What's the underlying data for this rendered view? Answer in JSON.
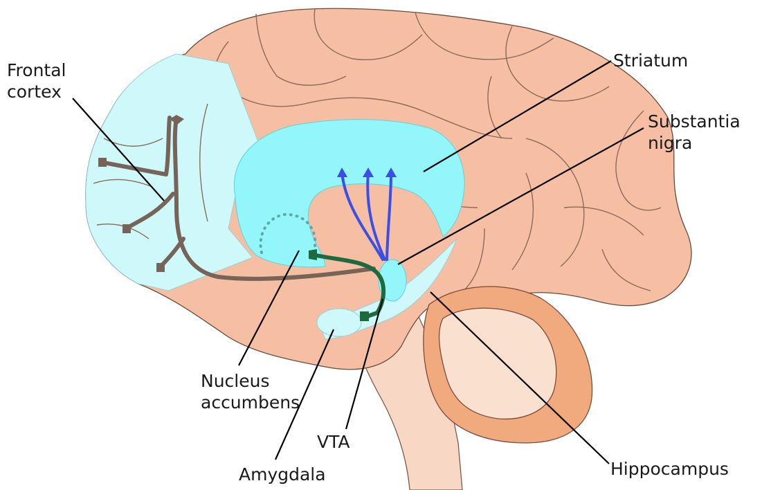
{
  "labels": {
    "frontal_cortex_1": "Frontal",
    "frontal_cortex_2": "cortex",
    "striatum": "Striatum",
    "substantia_nigra_1": "Substantia",
    "substantia_nigra_2": "nigra",
    "nucleus_accumbens_1": "Nucleus",
    "nucleus_accumbens_2": "accumbens",
    "vta": "VTA",
    "amygdala": "Amygdala",
    "hippocampus": "Hippocampus"
  },
  "colors": {
    "brain": "#f6bfa3",
    "brainstem": "#f9d7c5",
    "cerebellum": "#f1a97e",
    "cerebellum_inner": "#fae0cf",
    "highlight_light": "#cff8fa",
    "highlight_strong": "#93f6fb",
    "mesocortical_path": "#756457",
    "nigrostriatal_path": "#3a4fe6",
    "mesolimbic_path": "#1d6a3f"
  }
}
